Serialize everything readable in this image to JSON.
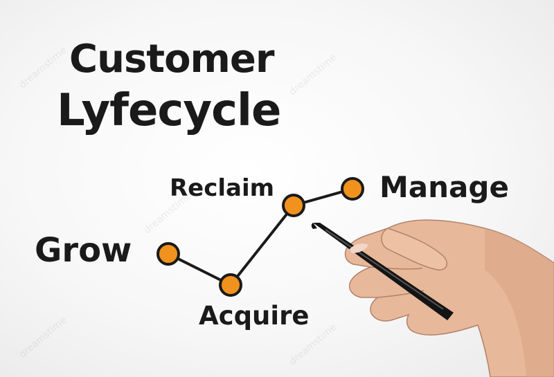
{
  "diagram": {
    "title_line1": "Customer",
    "title_line2": "Lyfecycle",
    "stages": [
      {
        "label": "Grow"
      },
      {
        "label": "Acquire"
      },
      {
        "label": "Reclaim"
      },
      {
        "label": "Manage"
      }
    ],
    "colors": {
      "node_fill": "#f0921d",
      "node_stroke": "#1a1a1a",
      "line": "#1a1a1a",
      "text": "#1a1a1a"
    },
    "watermark": "dreamstime"
  }
}
